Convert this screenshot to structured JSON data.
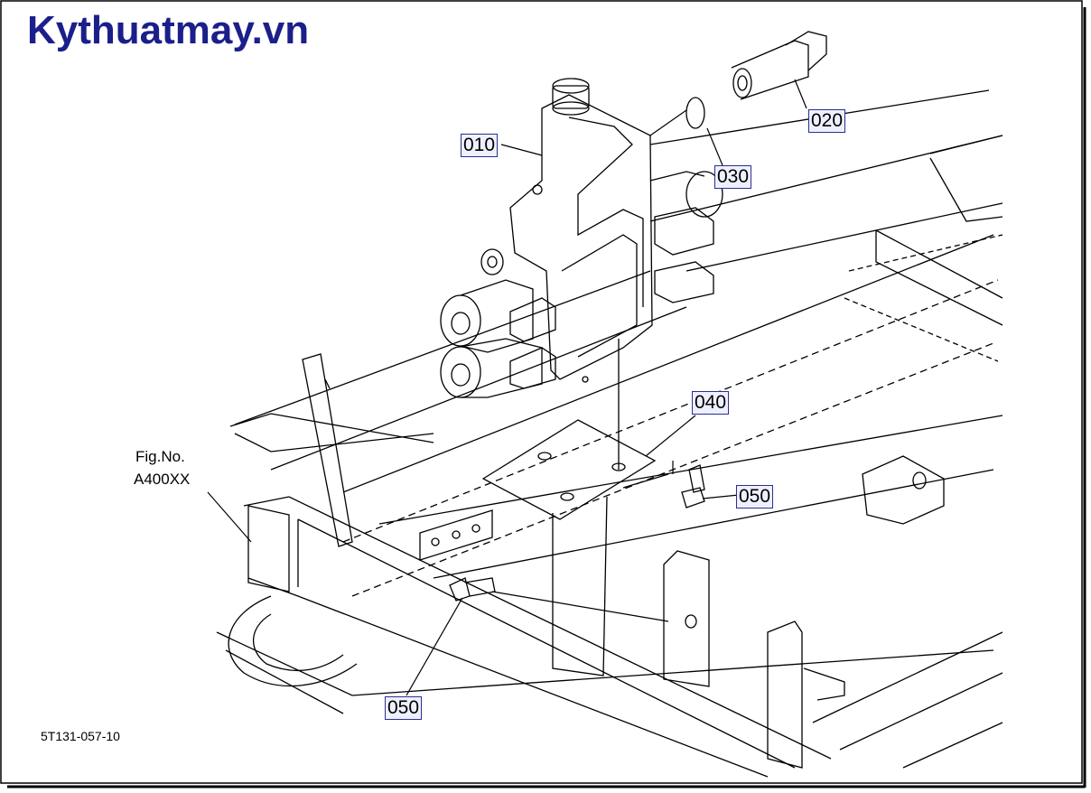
{
  "header": {
    "brand": "Kythuatmay.vn"
  },
  "figure_ref": {
    "line1": "Fig.No.",
    "line2": "A400XX"
  },
  "diagram_code": "5T131-057-10",
  "parts": [
    {
      "id": "p010",
      "label": "010"
    },
    {
      "id": "p020",
      "label": "020"
    },
    {
      "id": "p030",
      "label": "030"
    },
    {
      "id": "p040",
      "label": "040"
    },
    {
      "id": "p050a",
      "label": "050"
    },
    {
      "id": "p050b",
      "label": "050"
    }
  ],
  "colors": {
    "brand": "#1b1f8a",
    "line": "#000000",
    "label_bg": "#eef0ff",
    "label_border": "#2a2f8f"
  }
}
